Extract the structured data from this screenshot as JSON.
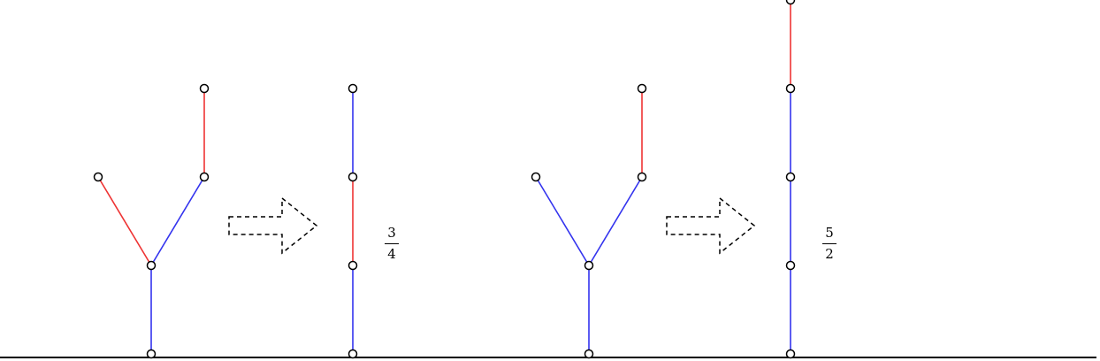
{
  "colors": {
    "blue_edge": "#3333ee",
    "red_edge": "#ee3333",
    "node_stroke": "#000000",
    "node_fill": "#ffffff",
    "ground": "#000000"
  },
  "trees": [
    {
      "before": {
        "edges": [
          {
            "color": "blue",
            "from": "root",
            "to": "fork"
          },
          {
            "color": "red",
            "from": "fork",
            "to": "left-leaf"
          },
          {
            "color": "blue",
            "from": "fork",
            "to": "right-mid"
          },
          {
            "color": "red",
            "from": "right-mid",
            "to": "right-top"
          }
        ]
      },
      "after": {
        "edges": [
          {
            "color": "blue"
          },
          {
            "color": "red"
          },
          {
            "color": "blue"
          }
        ]
      },
      "label": {
        "numerator": "3",
        "denominator": "4"
      }
    },
    {
      "before": {
        "edges": [
          {
            "color": "blue",
            "from": "root",
            "to": "fork"
          },
          {
            "color": "blue",
            "from": "fork",
            "to": "left-leaf"
          },
          {
            "color": "blue",
            "from": "fork",
            "to": "right-mid"
          },
          {
            "color": "red",
            "from": "right-mid",
            "to": "right-top"
          }
        ]
      },
      "after": {
        "edges": [
          {
            "color": "blue"
          },
          {
            "color": "blue"
          },
          {
            "color": "blue"
          },
          {
            "color": "red"
          }
        ]
      },
      "label": {
        "numerator": "5",
        "denominator": "2"
      }
    }
  ]
}
